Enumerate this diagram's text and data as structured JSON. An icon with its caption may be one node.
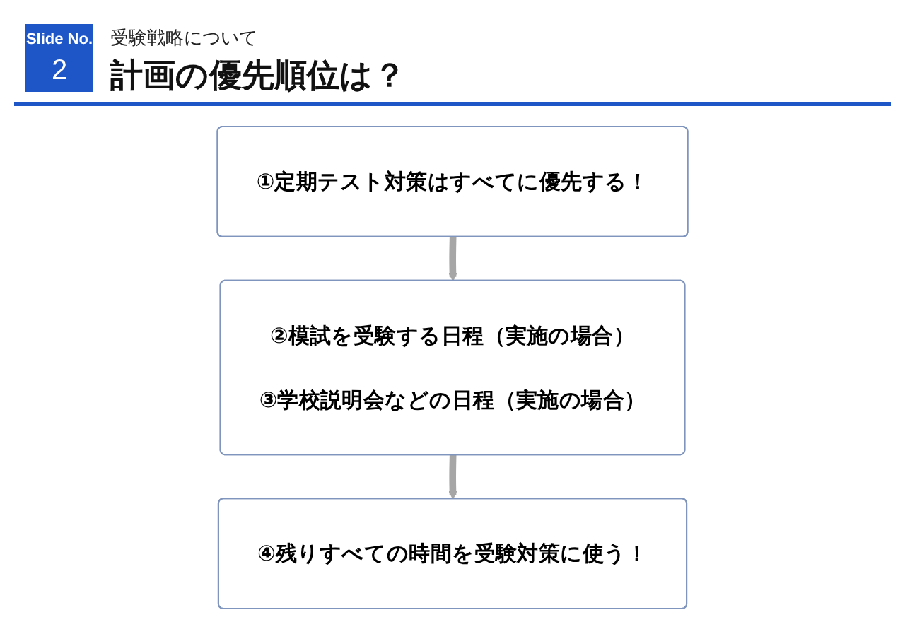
{
  "diagram": {
    "title": "計画の優先順位は？",
    "nodes": [
      {
        "text": [
          "①定期テスト対策はすべてに優先する！"
        ]
      },
      {
        "text": [
          "②模試を受験する日程（実施の場合）",
          "③学校説明会などの日程（実施の場合）"
        ]
      },
      {
        "text": [
          "④残りすべての時間を受験対策に使う！"
        ]
      }
    ],
    "edges": [
      {
        "from": 0,
        "to": 1,
        "arrow": "to"
      },
      {
        "from": 1,
        "to": 2,
        "arrow": "to"
      }
    ],
    "labels": [
      "Slide No.",
      "2",
      "受験戦略について"
    ]
  }
}
